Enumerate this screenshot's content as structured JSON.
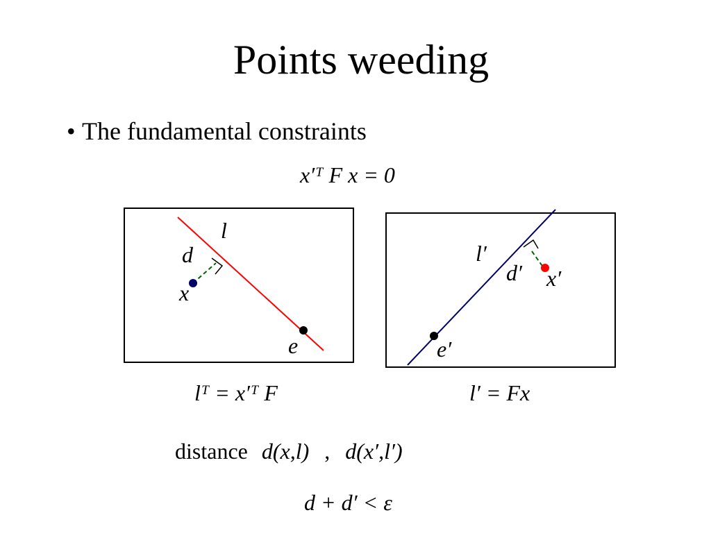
{
  "slide": {
    "title": "Points weeding",
    "bullet": "The fundamental constraints",
    "constraint_eq": "x′ᵀ F x = 0",
    "left_eq": "lᵀ = x′ᵀ F",
    "right_eq": "l′ = Fx",
    "distance_label": "distance",
    "distance_expr_1": "d(x,l)",
    "distance_sep": ",",
    "distance_expr_2": "d(x′,l′)",
    "threshold_eq": "d + d′ < ε"
  },
  "left_diagram": {
    "line_label": "l",
    "distance_label": "d",
    "point_label": "x",
    "epipole_label": "e",
    "line_color": "#ff0000",
    "point_color": "#000066"
  },
  "right_diagram": {
    "line_label": "l′",
    "distance_label": "d′",
    "point_label": "x′",
    "epipole_label": "e′",
    "line_color": "#000066",
    "point_color": "#ff0000"
  },
  "colors": {
    "dashed": "#006600"
  }
}
